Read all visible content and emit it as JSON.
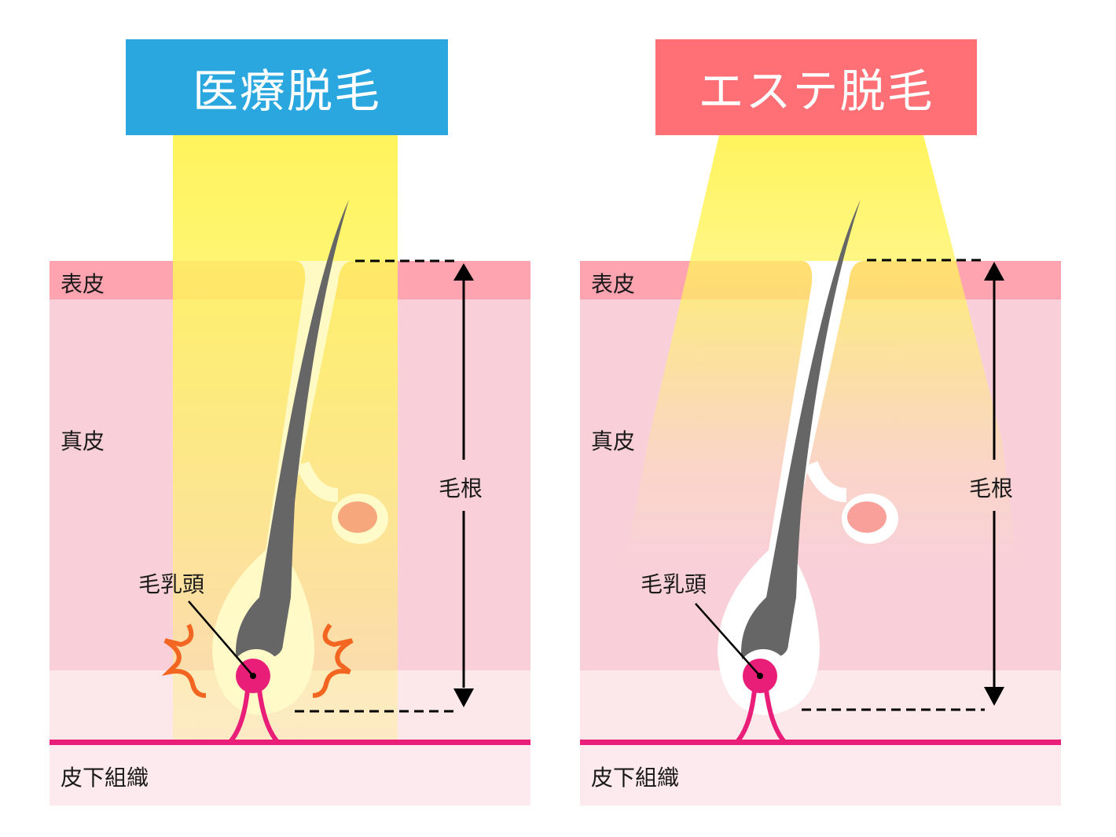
{
  "colors": {
    "medical_title_bg": "#2ba7e0",
    "esthe_title_bg": "#fe6f76",
    "epidermis": "#fea3b0",
    "dermis": "#f9d0d9",
    "lower_dermis": "#fce7ea",
    "subcutaneous": "#fdeaee",
    "boundary_line": "#e91e78",
    "light_beam": "#fff45c",
    "hair_shaft": "#666666",
    "papilla": "#e91e78",
    "sebaceous_gland": "#f7a77c",
    "burst": "#f26622"
  },
  "panels": [
    {
      "id": "medical",
      "title": "医療脱毛",
      "layers": {
        "epidermis": "表皮",
        "dermis": "真皮",
        "subcutaneous": "皮下組織"
      },
      "papilla_label": "毛乳頭",
      "root_label": "毛根",
      "beam_shape": "straight column reaching hair papilla",
      "papilla_effect": "burst"
    },
    {
      "id": "esthe",
      "title": "エステ脱毛",
      "layers": {
        "epidermis": "表皮",
        "dermis": "真皮",
        "subcutaneous": "皮下組織"
      },
      "papilla_label": "毛乳頭",
      "root_label": "毛根",
      "beam_shape": "diffusing cone fading in dermis",
      "papilla_effect": "none"
    }
  ]
}
